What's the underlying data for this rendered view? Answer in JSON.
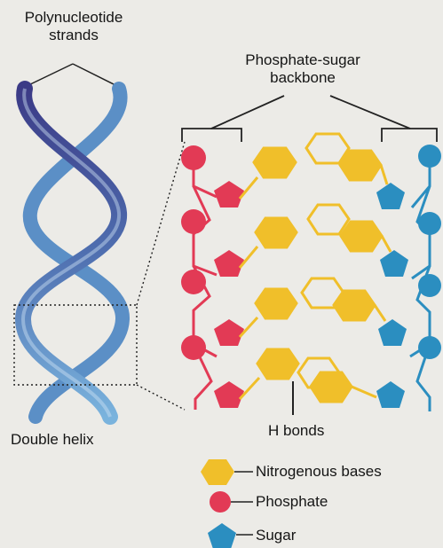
{
  "labels": {
    "strands": "Polynucleotide\nstrands",
    "backbone": "Phosphate-sugar\nbackbone",
    "double_helix": "Double helix",
    "h_bonds": "H bonds"
  },
  "legend": [
    {
      "key": "base",
      "label": "Nitrogenous bases",
      "color": "#f0bf2a"
    },
    {
      "key": "phosphate",
      "label": "Phosphate",
      "color": "#e23a55"
    },
    {
      "key": "sugar",
      "label": "Sugar",
      "color": "#2b8ec0"
    }
  ],
  "colors": {
    "helix_dark": "#3f3f8c",
    "helix_light": "#6fa8d6",
    "phosphate": "#e23a55",
    "sugar": "#2b8ec0",
    "base": "#f0bf2a"
  }
}
